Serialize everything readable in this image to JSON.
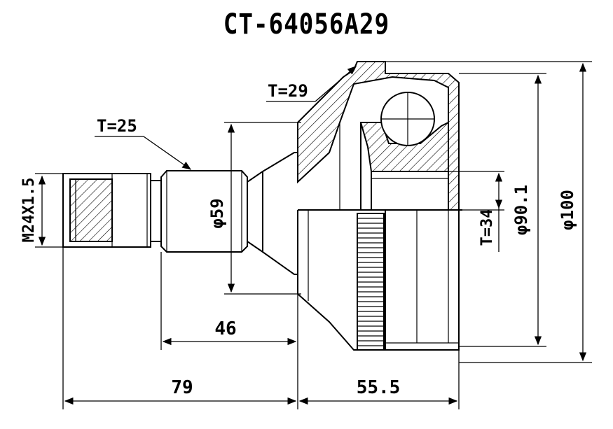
{
  "title": "CT-64056A29",
  "labels": {
    "t29": "T=29",
    "t25": "T=25",
    "t34": "T=34",
    "thread": "M24X1.5",
    "phi59": "φ59",
    "phi90": "φ90.1",
    "phi100": "φ100",
    "dim46": "46",
    "dim79": "79",
    "dim55": "55.5"
  }
}
